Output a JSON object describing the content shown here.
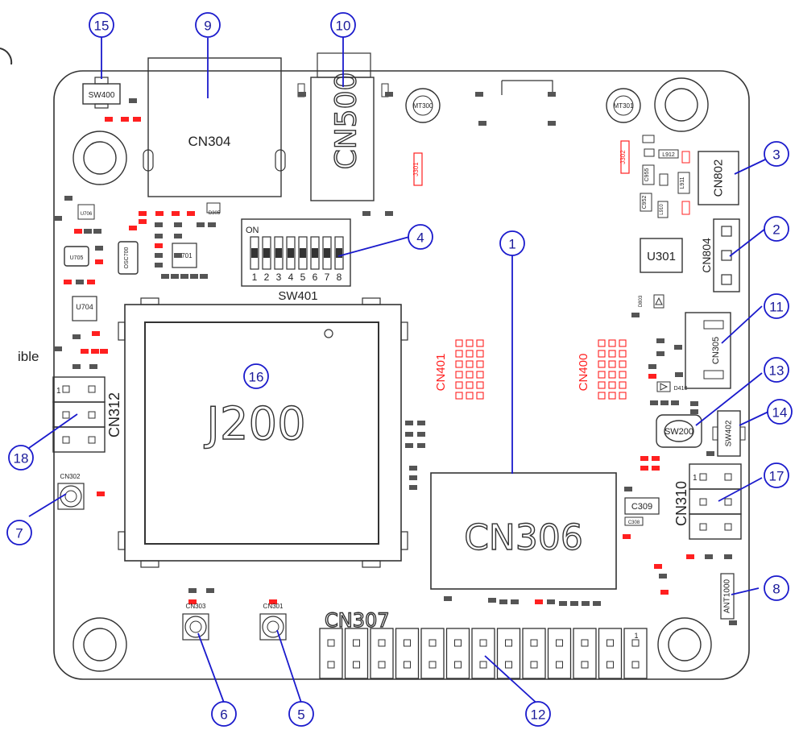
{
  "components": {
    "sw400": "SW400",
    "cn304": "CN304",
    "cn500": "CN500",
    "mt300": "MT300",
    "mt301": "MT301",
    "cn802": "CN802",
    "cn804": "CN804",
    "u301": "U301",
    "sw401": "SW401",
    "sw401_on": "ON",
    "sw401_positions": [
      "1",
      "2",
      "3",
      "4",
      "5",
      "6",
      "7",
      "8"
    ],
    "j200": "J200",
    "cn401": "CN401",
    "cn400": "CN400",
    "cn305": "CN305",
    "sw200": "SW200",
    "sw402": "SW402",
    "cn312": "CN312",
    "cn302": "CN302",
    "cn309": "C309",
    "cn306": "CN306",
    "cn310": "CN310",
    "ant1000": "ANT1000",
    "cn303": "CN303",
    "cn301": "CN301",
    "cn307": "CN307",
    "u705": "U705",
    "u704": "U704",
    "u701": "U701",
    "u706": "U706",
    "osc700": "OSC700",
    "d305": "D305",
    "d410": "D410",
    "d803": "D803",
    "c308": "C308",
    "l912": "L912",
    "l911": "L911",
    "l910": "L910",
    "c955": "C955",
    "c952": "C952",
    "j301": "J301",
    "j302": "J302",
    "pin_one": "1"
  },
  "callouts": [
    "1",
    "2",
    "3",
    "4",
    "5",
    "6",
    "7",
    "8",
    "9",
    "10",
    "11",
    "12",
    "13",
    "14",
    "15",
    "16",
    "17",
    "18"
  ],
  "side_fragment": "ible",
  "colors": {
    "outline": "#333333",
    "callout": "#1a1acc",
    "accent_red": "#ff2020"
  }
}
